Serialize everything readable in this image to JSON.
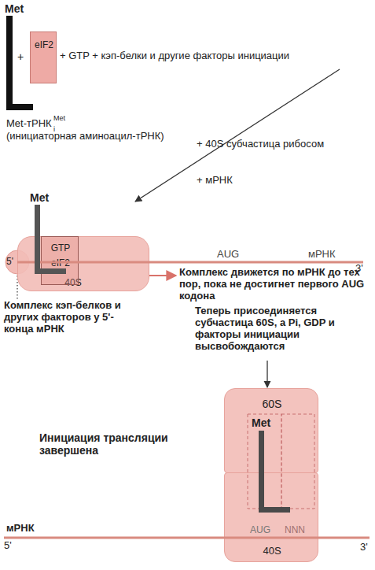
{
  "diagram": {
    "nodes": [
      {
        "text": [
          "eIF2"
        ]
      },
      {
        "text": [
          "5'"
        ]
      },
      {
        "text": [
          "40S"
        ]
      },
      {
        "text": [
          "GTP",
          "eIF2"
        ]
      },
      {
        "text": [
          "60S"
        ]
      },
      {
        "text": [
          "40S"
        ]
      }
    ],
    "labels": [
      "Met",
      "+",
      "+ GTP + кэп-белки и другие факторы инициации",
      "Met-тРНК",
      "Met",
      "i",
      "(инициаторная аминоацил-тРНК)",
      "+ 40S субчастица рибосом",
      "+ мРНК",
      "Met",
      "AUG",
      "мРНК",
      "3'",
      "Комплекс движется по мРНК до тех пор, пока не достигнет первого AUG кодона",
      "Комплекс кэп-белков и других факторов у 5'-конца мРНК",
      "Теперь присоединяется субчастица 60S, а Pi, GDP и факторы инициации высвобождаются",
      "Инициация трансляции завершена",
      "Met",
      "мРНК",
      "5'",
      "AUG",
      "NNN",
      "3'"
    ]
  }
}
